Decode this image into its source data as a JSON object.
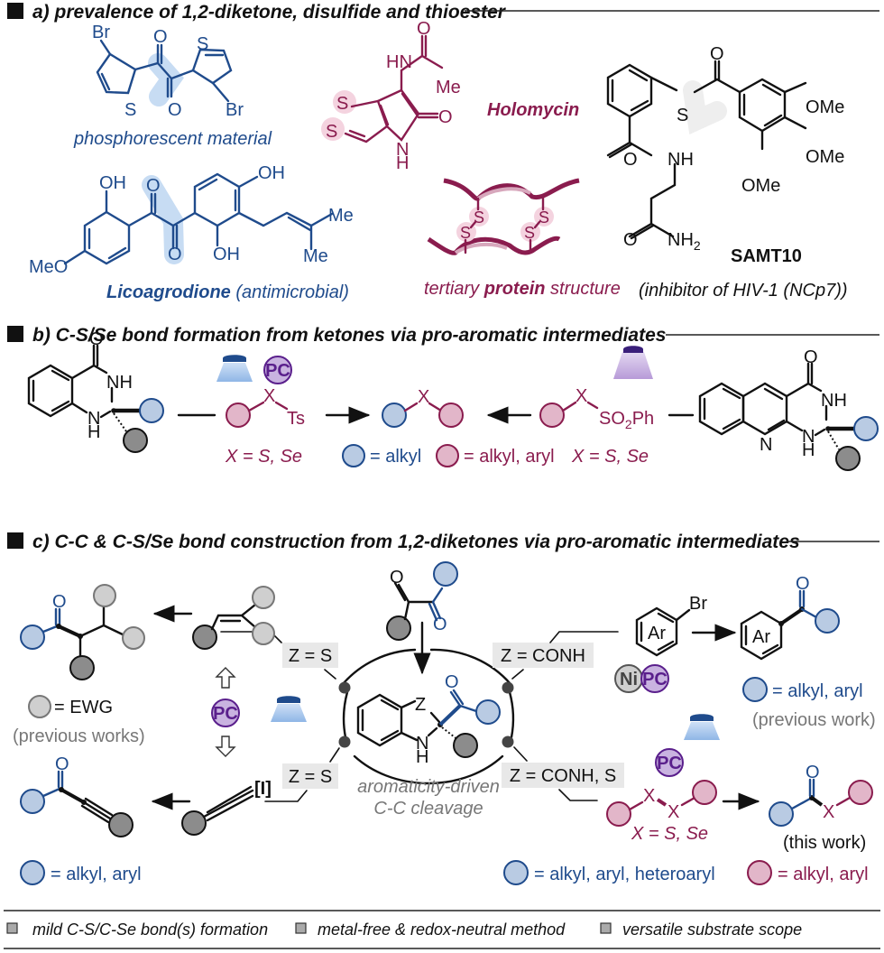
{
  "sections": {
    "a": {
      "title": "a) prevalence of 1,2-diketone, disulfide and thioester",
      "compounds": [
        {
          "caption": "phosphorescent material",
          "atoms": [
            "Br",
            "O",
            "S",
            "O",
            "S",
            "Br"
          ]
        },
        {
          "caption_bold": "Licoagrodione",
          "caption_rest": "(antimicrobial)",
          "atoms": [
            "OH",
            "O",
            "OH",
            "O",
            "OH",
            "Me",
            "Me",
            "MeO"
          ]
        },
        {
          "name": "Holomycin",
          "atoms": [
            "O",
            "HN",
            "Me",
            "S",
            "S",
            "O",
            "N",
            "H"
          ]
        },
        {
          "caption_pre": "tertiary",
          "caption_bold": "protein",
          "caption_post": "structure",
          "atoms": [
            "S",
            "S",
            "S",
            "S"
          ]
        },
        {
          "name": "SAMT10",
          "caption": "(inhibitor of HIV-1 (NCp7))",
          "atoms": [
            "O",
            "S",
            "OMe",
            "OMe",
            "OMe",
            "O",
            "NH",
            "O",
            "NH2"
          ]
        }
      ]
    },
    "b": {
      "title": "b) C-S/Se bond formation from ketones via pro-aromatic intermediates",
      "left_reagent": {
        "x": "X",
        "group": "Ts",
        "note": "X = S, Se",
        "catalyst": "PC"
      },
      "product": {
        "x": "X"
      },
      "right_reagent": {
        "x": "X",
        "group": "SO2Ph",
        "group_main": "SO",
        "group_sub": "2",
        "group_tail": "Ph",
        "note": "X = S, Se"
      },
      "legend": [
        {
          "color": "blue",
          "text": "= alkyl"
        },
        {
          "color": "magenta",
          "text": "= alkyl, aryl"
        }
      ],
      "quinazolinone_atoms": [
        "O",
        "NH",
        "N",
        "H"
      ],
      "pyrimido_atoms": [
        "O",
        "NH",
        "N",
        "N",
        "H"
      ]
    },
    "c": {
      "title": "c) C-C & C-S/Se bond construction from 1,2-diketones via pro-aromatic intermediates",
      "center": {
        "atoms": [
          "O",
          "O",
          "Z",
          "O",
          "N",
          "H"
        ],
        "caption_line1": "aromaticity-driven",
        "caption_line2": "C-C cleavage"
      },
      "tags": {
        "top_left": "Z = S",
        "bottom_left": "Z = S",
        "top_right": "Z = CONH",
        "bottom_right": "Z = CONH, S"
      },
      "top_left": {
        "legend": "= EWG",
        "note": "(previous works)",
        "catalyst": "PC",
        "product_atom": "O"
      },
      "bottom_left": {
        "reagent_label": "[I]",
        "legend": "= alkyl, aryl",
        "product_atom": "O"
      },
      "top_right": {
        "reagent_sub": "Br",
        "ring_label": "Ar",
        "product_ring_label": "Ar",
        "catalysts": [
          "Ni",
          "PC"
        ],
        "legend": "= alkyl, aryl",
        "note": "(previous work)",
        "product_atom": "O"
      },
      "bottom_right": {
        "catalyst": "PC",
        "reagent_x1": "X",
        "reagent_x2": "X",
        "note_x": "X = S, Se",
        "product_atom": "O",
        "product_x": "X",
        "note": "(this work)",
        "legend_blue": "= alkyl, aryl, heteroaryl",
        "legend_mag": "= alkyl, aryl"
      }
    }
  },
  "footer": {
    "features": [
      "mild C-S/C-Se bond(s) formation",
      "metal-free & redox-neutral method",
      "versatile substrate scope"
    ]
  },
  "colors": {
    "blue": "#1f4b8c",
    "blue_fill": "#b9cbe3",
    "magenta": "#8a1c4e",
    "magenta_fill": "#e2b6c9",
    "gray_dark_fill": "#8c8c8c",
    "gray_light_fill": "#cfcfcf",
    "purple": "#5a1f8c",
    "purple_fill": "#c9b3e0",
    "light_blue": "#8fb6e6"
  }
}
